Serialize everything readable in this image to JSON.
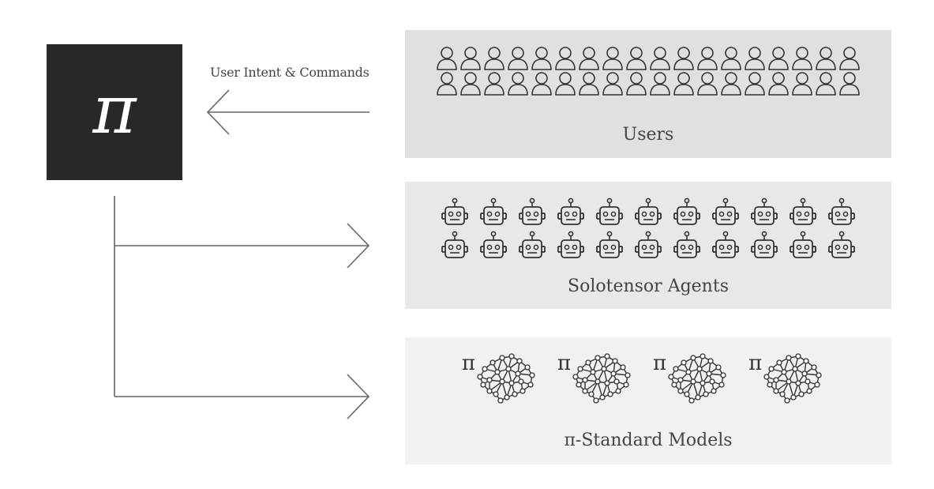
{
  "logo": {
    "glyph": "π"
  },
  "arrow_label": "User Intent & Commands",
  "panels": {
    "users": {
      "label": "Users",
      "icon_name": "user-icon",
      "icon_count": 36,
      "per_row": 18
    },
    "agents": {
      "label": "Solotensor Agents",
      "icon_name": "robot-icon",
      "icon_count": 22,
      "per_row": 11
    },
    "models": {
      "label": "π-Standard Models",
      "icon_name": "brain-network-icon",
      "icon_count": 4,
      "prefix": "π"
    }
  },
  "colors": {
    "logo_bg": "#282828",
    "logo_fg": "#ffffff",
    "users_bg": "#e0e0e0",
    "agents_bg": "#e8e8e8",
    "models_bg": "#f1f1f1",
    "line": "#666666",
    "text": "#444444"
  }
}
